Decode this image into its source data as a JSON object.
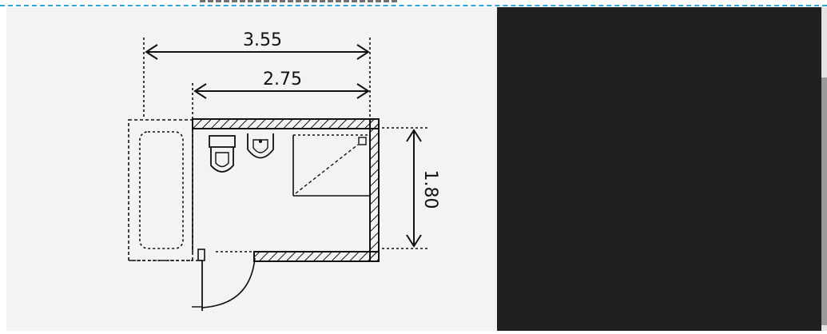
{
  "floor_plan": {
    "dimensions": {
      "total_width": "3.55",
      "room_width": "2.75",
      "room_depth": "1.80"
    }
  },
  "colors": {
    "sketch_background": "#f5f3f1",
    "ink": "#111111",
    "dark_panel": "#221f20",
    "dashed_rule": "#2aa7d6"
  }
}
